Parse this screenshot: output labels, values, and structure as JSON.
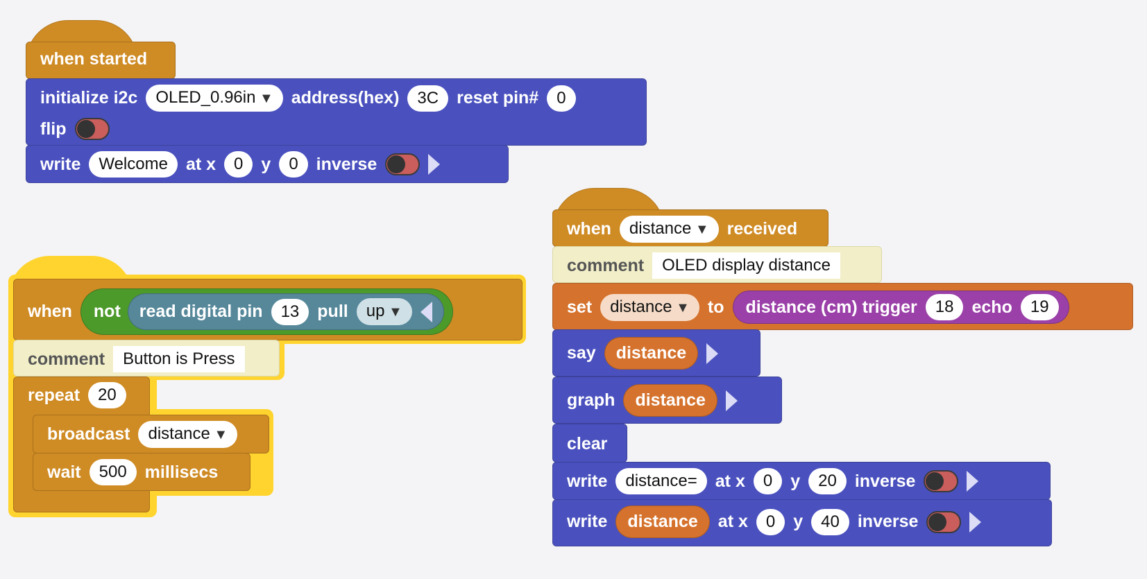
{
  "script1": {
    "hat": "when started",
    "init": {
      "label": "initialize i2c",
      "display": "OLED_0.96in",
      "address_label": "address(hex)",
      "address": "3C",
      "reset_label": "reset pin#",
      "reset_pin": "0",
      "flip_label": "flip",
      "flip_on": false
    },
    "write": {
      "label": "write",
      "text": "Welcome",
      "at_x": "at x",
      "x": "0",
      "y_label": "y",
      "y": "0",
      "inverse": "inverse",
      "inverse_on": false
    }
  },
  "script2": {
    "when": "when",
    "not": "not",
    "read": "read digital pin",
    "pin": "13",
    "pull": "pull",
    "pull_value": "up",
    "comment_label": "comment",
    "comment": "Button is Press",
    "repeat": "repeat",
    "repeat_count": "20",
    "broadcast": "broadcast",
    "broadcast_msg": "distance",
    "wait": "wait",
    "wait_value": "500",
    "millisecs": "millisecs"
  },
  "script3": {
    "when": "when",
    "message": "distance",
    "received": "received",
    "comment_label": "comment",
    "comment": "OLED display distance",
    "set": "set",
    "variable": "distance",
    "to": "to",
    "sensor": "distance (cm) trigger",
    "trigger": "18",
    "echo": "echo",
    "echo_pin": "19",
    "say": "say",
    "say_value": "distance",
    "graph": "graph",
    "graph_value": "distance",
    "clear": "clear",
    "write1": {
      "label": "write",
      "text": "distance=",
      "at_x": "at x",
      "x": "0",
      "y_label": "y",
      "y": "20",
      "inverse": "inverse"
    },
    "write2": {
      "label": "write",
      "value": "distance",
      "at_x": "at x",
      "x": "0",
      "y_label": "y",
      "y": "40",
      "inverse": "inverse"
    }
  },
  "colors": {
    "events": "#cf8b24",
    "oled": "#4a51be",
    "variables": "#d5722d",
    "sensor": "#9b40a8",
    "operators": "#4c9a2a",
    "io": "#56889a",
    "comment": "#f1eec8",
    "selection": "#ffd42e"
  }
}
